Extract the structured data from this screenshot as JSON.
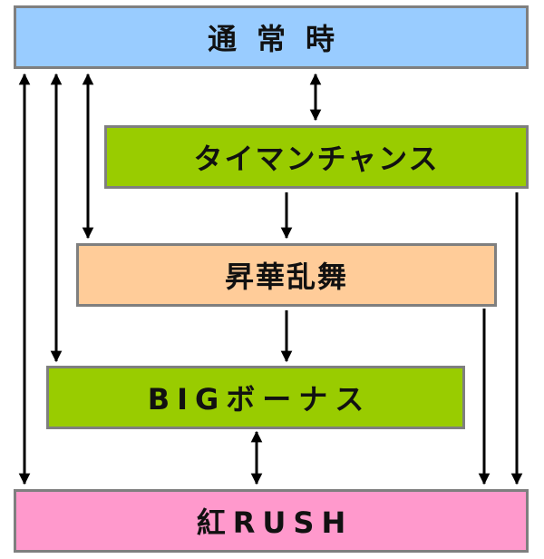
{
  "nodes": {
    "normal": {
      "label": "通常時",
      "fill": "#99ccff"
    },
    "taiman": {
      "label": "タイマンチャンス",
      "fill": "#99cc00"
    },
    "shoka": {
      "label": "昇華乱舞",
      "fill": "#ffcc99"
    },
    "big": {
      "label": "BIGボーナス",
      "fill": "#99cc00"
    },
    "rush": {
      "label": "紅RUSH",
      "fill": "#ff99cc"
    }
  },
  "edges": [
    {
      "from": "normal",
      "to": "taiman",
      "direction": "both"
    },
    {
      "from": "taiman",
      "to": "shoka",
      "direction": "forward"
    },
    {
      "from": "shoka",
      "to": "big",
      "direction": "forward"
    },
    {
      "from": "big",
      "to": "rush",
      "direction": "both"
    },
    {
      "from": "normal",
      "to": "rush",
      "direction": "both"
    },
    {
      "from": "normal",
      "to": "big",
      "direction": "both"
    },
    {
      "from": "normal",
      "to": "shoka",
      "direction": "both"
    },
    {
      "from": "taiman",
      "to": "rush",
      "direction": "forward"
    },
    {
      "from": "shoka",
      "to": "rush",
      "direction": "forward"
    }
  ],
  "colors": {
    "border": "#7f7f7f",
    "arrow": "#000000",
    "text": "#111111"
  }
}
